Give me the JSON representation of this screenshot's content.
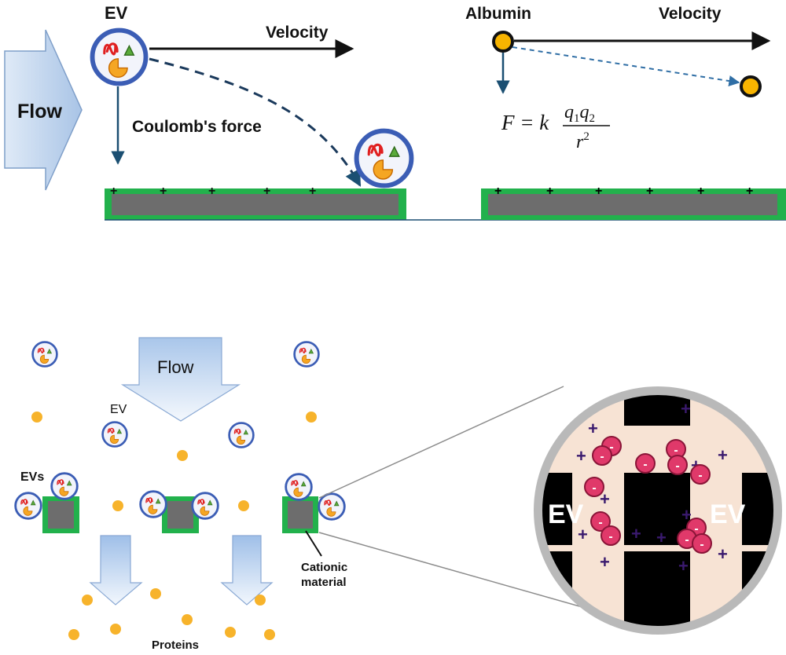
{
  "top": {
    "flow_label": "Flow",
    "ev_label": "EV",
    "velocity_left": "Velocity",
    "coulomb_label": "Coulomb's force",
    "albumin_label": "Albumin",
    "velocity_right": "Velocity",
    "equation": {
      "lhs": "F = k",
      "numerator": "q",
      "sub1": "1",
      "sub2": "2",
      "denominator": "r",
      "exponent": "2"
    }
  },
  "bottom": {
    "flow_label": "Flow",
    "ev_label": "EV",
    "evs_label": "EVs",
    "cationic_label_line1": "Cationic",
    "cationic_label_line2": "material",
    "proteins_label": "Proteins"
  },
  "zoom": {
    "ev_left": "EV",
    "ev_right": "EV",
    "plus_sign": "+",
    "minus_sign": "-"
  },
  "colors": {
    "green": "#22b14c",
    "gray": "#6d6d6d",
    "ev_ring": "#3b5db5",
    "ev_fill": "#f2f4fb",
    "albumin_fill": "#f8b400",
    "protein": "#f7b32b",
    "dark_arrow": "#1b4f72",
    "minus_bead": "#e0396a",
    "purple": "#3a1a6e",
    "zoom_bg": "#f7e3d4",
    "zoom_ring": "#b9b9b9"
  }
}
